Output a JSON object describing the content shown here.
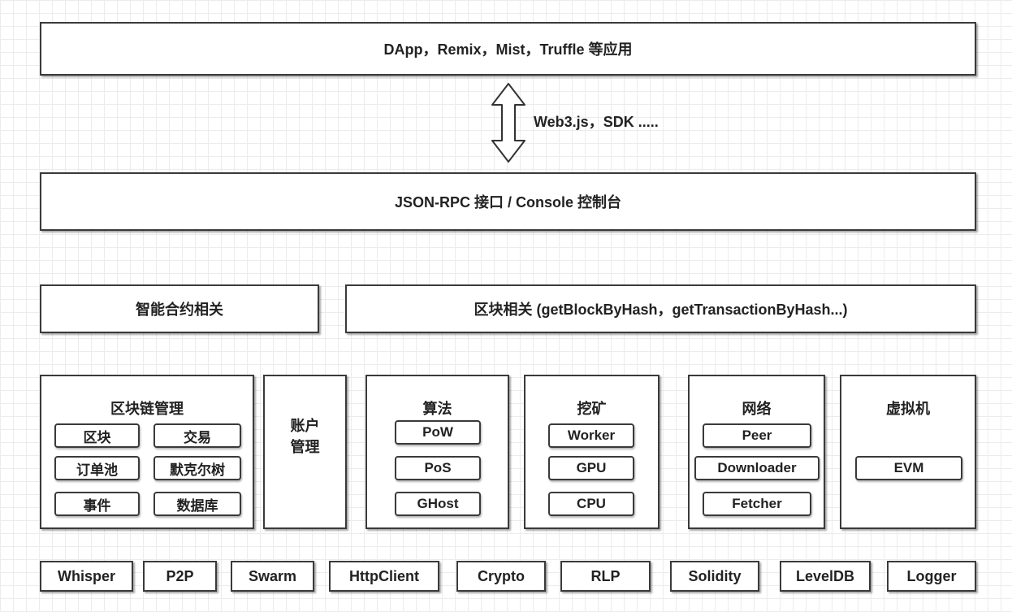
{
  "top_layer": {
    "label": "DApp，Remix，Mist，Truffle 等应用"
  },
  "connector": {
    "label": "Web3.js，SDK ....."
  },
  "rpc_layer": {
    "label": "JSON-RPC 接口 / Console 控制台"
  },
  "api_layer": {
    "contract": "智能合约相关",
    "block": "区块相关 (getBlockByHash，getTransactionByHash...)"
  },
  "modules": {
    "chain": {
      "title": "区块链管理",
      "items": [
        "区块",
        "交易",
        "订单池",
        "默克尔树",
        "事件",
        "数据库"
      ]
    },
    "account": {
      "title": "账户\n管理"
    },
    "consensus": {
      "title": "算法",
      "items": [
        "PoW",
        "PoS",
        "GHost"
      ]
    },
    "mining": {
      "title": "挖矿",
      "items": [
        "Worker",
        "GPU",
        "CPU"
      ]
    },
    "network": {
      "title": "网络",
      "items": [
        "Peer",
        "Downloader",
        "Fetcher"
      ]
    },
    "vm": {
      "title": "虚拟机",
      "items": [
        "EVM"
      ]
    }
  },
  "base_layer": [
    "Whisper",
    "P2P",
    "Swarm",
    "HttpClient",
    "Crypto",
    "RLP",
    "Solidity",
    "LevelDB",
    "Logger"
  ]
}
